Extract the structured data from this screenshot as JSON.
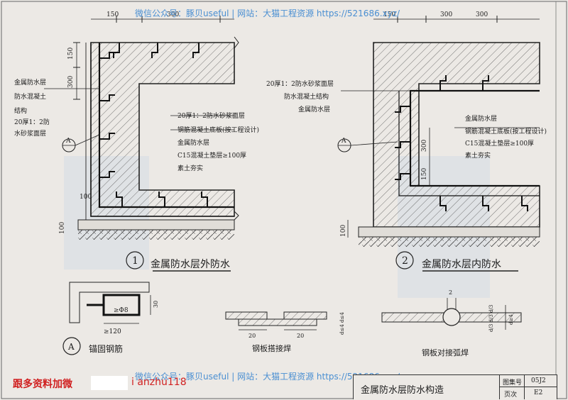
{
  "watermark": {
    "top": "微信公众号：豚贝useful | 网站：大猫工程资源 https://521686.xyz/",
    "bottom": "微信公众号：豚贝useful | 网站：大猫工程资源 https://521686.xyz/"
  },
  "contact": {
    "label": "跟多资料加微",
    "id": "i anzhu118"
  },
  "title_block": {
    "title": "金属防水层防水构造",
    "atlas_label": "图集号",
    "atlas_value": "05J2",
    "page_label": "页次",
    "page_value": "E2"
  },
  "detail1": {
    "number": "1",
    "title": "金属防水层外防水",
    "dims_top": [
      "150",
      "300"
    ],
    "dims_left": [
      "150",
      "300"
    ],
    "dim_100a": "100",
    "dim_100b": "100",
    "left_labels": [
      "金属防水层",
      "防水混凝土",
      "结构",
      "20厚1：2防",
      "水砂浆面层"
    ],
    "right_labels": [
      "20厚1：2防水砂浆面层",
      "钢筋混凝土底板(按工程设计)",
      "金属防水层",
      "C15混凝土垫层≥100厚",
      "素土夯实"
    ],
    "marker": "A"
  },
  "detail2": {
    "number": "2",
    "title": "金属防水层内防水",
    "dims_top": [
      "150",
      "300",
      "300"
    ],
    "dim_300": "300",
    "dim_150": "150",
    "dim_100": "100",
    "left_labels": [
      "20厚1：2防水砂浆面层",
      "防水混凝土结构",
      "金属防水层"
    ],
    "right_labels": [
      "金属防水层",
      "钢筋混凝土底板(按工程设计)",
      "C15混凝土垫层≥100厚",
      "素土夯实"
    ],
    "marker": "A"
  },
  "detailA": {
    "marker": "A",
    "title": "锚固钢筋",
    "dim_30": "30",
    "dim_d": "≥Φ8",
    "dim_120": "≥120"
  },
  "lap_weld": {
    "title": "钢板搭接焊",
    "dim1": "20",
    "dim2": "20",
    "dim_v": "d≤4 d≤4"
  },
  "butt_weld": {
    "title": "钢板对接弧焊",
    "dim_top": "2",
    "dim_v1": "d/3 d/3 d/3",
    "dim_v2": "d≥4"
  }
}
